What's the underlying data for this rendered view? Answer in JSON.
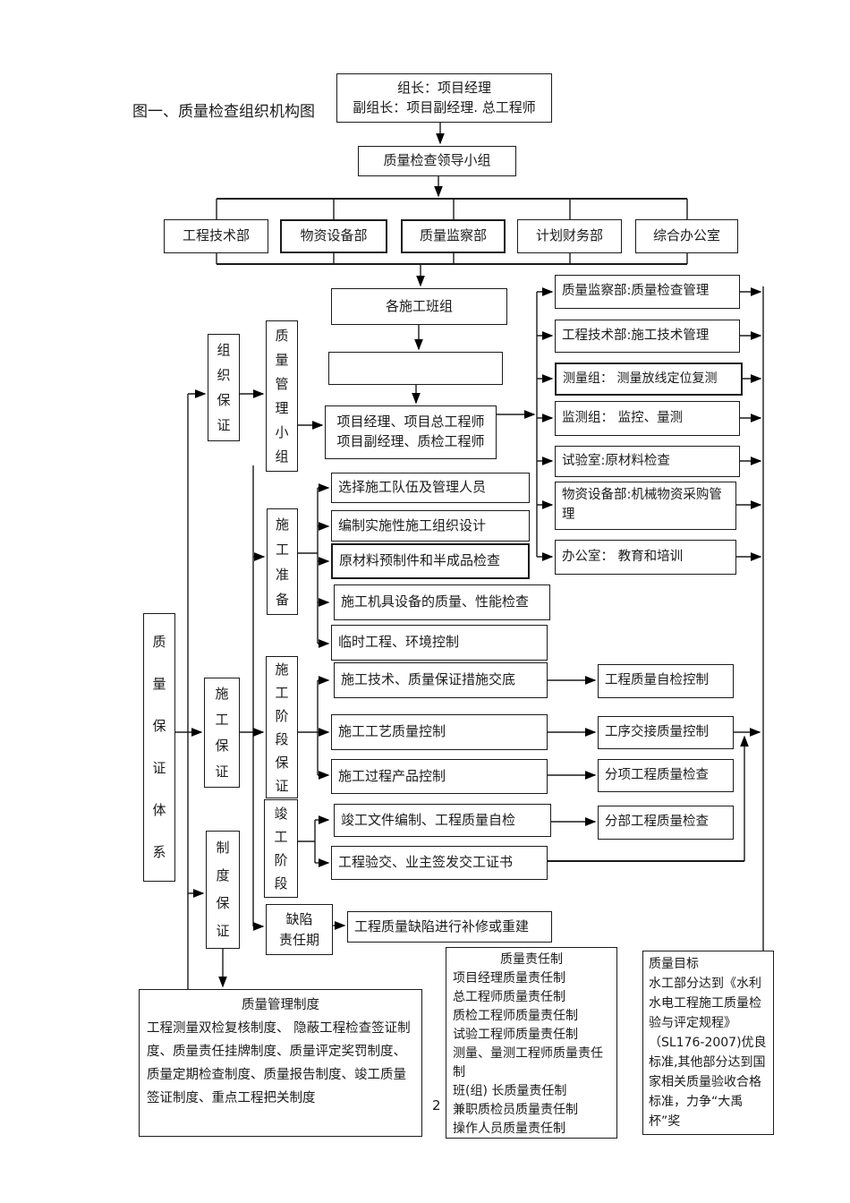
{
  "title": "图一、质量检查组织机构图",
  "page_number": "2",
  "nodes": {
    "leader": "组长：项目经理\n副组长：项目副经理. 总工程师",
    "leading_group": "质量检查领导小组",
    "dept_tech": "工程技术部",
    "dept_material": "物资设备部",
    "dept_supervision": "质量监察部",
    "dept_finance": "计划财务部",
    "dept_office": "综合办公室",
    "construction_teams": "各施工班组",
    "project_managers": "项目经理、项目总工程师\n项目副经理、质检工程师",
    "org_guarantee": "组织保证",
    "quality_mgmt_group": "质量管理小组",
    "qa_system": "质量保证体系",
    "construction_guarantee": "施工保证",
    "system_guarantee": "制度保证",
    "construction_prep": "施工准备",
    "construction_stage": "施工阶段保证",
    "completion_stage": "竣工阶段",
    "defect_period": "缺陷\n责任期",
    "r_supervision": "质量监察部:质量检查管理",
    "r_tech": "工程技术部:施工技术管理",
    "r_survey": "测量组： 测量放线定位复测",
    "r_monitor": "监测组： 监控、量测",
    "r_lab": "试验室:原材料检查",
    "r_material": "物资设备部:机械物资采购管理",
    "r_office": "办公室： 教育和培训",
    "t_select_team": "选择施工队伍及管理人员",
    "t_org_design": "编制实施性施工组织设计",
    "t_raw_material": "原材料预制件和半成品检查",
    "t_equipment": "施工机具设备的质量、性能检查",
    "t_temp_works": "临时工程、环境控制",
    "t_disclosure": "施工技术、质量保证措施交底",
    "t_process_quality": "施工工艺质量控制",
    "t_product_control": "施工过程产品控制",
    "t_completion_docs": "竣工文件编制、工程质量自检",
    "t_handover": "工程验交、业主签发交工证书",
    "u_self_check": "工程质量自检控制",
    "u_handover_quality": "工序交接质量控制",
    "u_subitem_check": "分项工程质量检查",
    "u_division_check": "分部工程质量检查",
    "defect_repair": "工程质量缺陷进行补修或重建",
    "mgmt_system": {
      "title": "质量管理制度",
      "body": "工程测量双检复核制度、 隐蔽工程检查签证制度、质量责任挂牌制度、质量评定奖罚制度、质量定期检查制度、质量报告制度、竣工质量签证制度、重点工程把关制度"
    },
    "responsibility": {
      "title": "质量责任制",
      "body": "项目经理质量责任制\n总工程师质量责任制\n质检工程师质量责任制\n试验工程师质量责任制\n测量、量测工程师质量责任制\n班(组) 长质量责任制\n兼职质检员质量责任制\n操作人员质量责任制"
    },
    "quality_goal": {
      "title": "质量目标",
      "body": "水工部分达到《水利水电工程施工质量检验与评定规程》（SL176-2007)优良标准,其他部分达到国家相关质量验收合格标准，力争“大禹杯”奖"
    }
  }
}
